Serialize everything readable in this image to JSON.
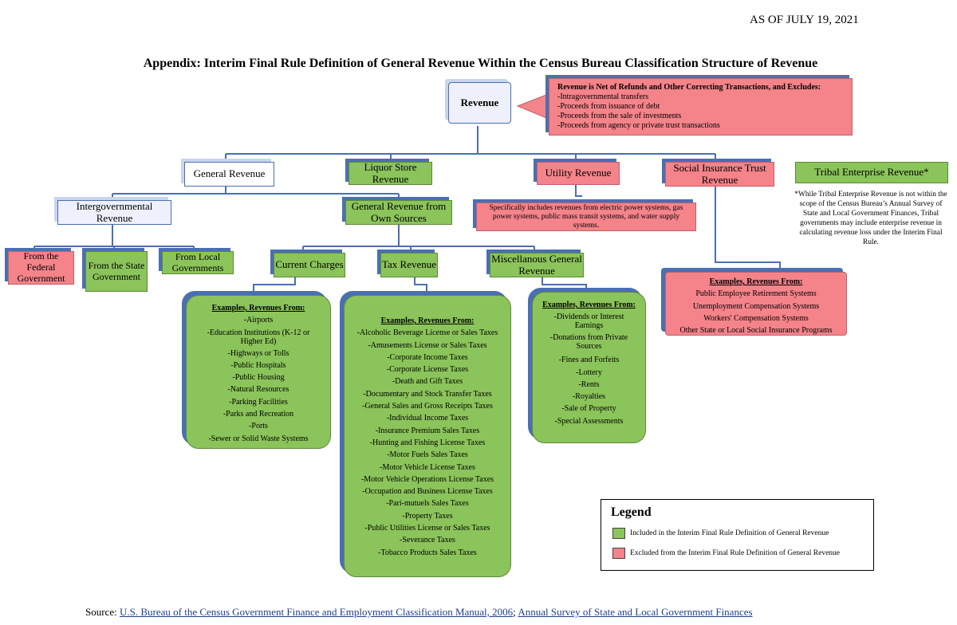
{
  "date_stamp": "AS OF JULY 19, 2021",
  "title": "Appendix: Interim Final Rule Definition of General Revenue Within the Census Bureau Classification Structure of Revenue",
  "revenue": "Revenue",
  "exclusions": {
    "heading": "Revenue is Net of Refunds and Other Correcting Transactions, and Excludes:",
    "items": [
      "-Intragovernmental transfers",
      "-Proceeds from issuance of debt",
      "-Proceeds from the sale of investments",
      "-Proceeds from agency or private trust transactions"
    ]
  },
  "level1": {
    "general_revenue": "General Revenue",
    "liquor_store": "Liquor Store Revenue",
    "utility": "Utility Revenue",
    "social_insurance": "Social Insurance Trust Revenue",
    "tribal": "Tribal Enterprise Revenue*"
  },
  "tribal_note": "*While Tribal Enterprise Revenue is not within the scope of the Census Bureau’s Annual Survey of State and Local Government Finances, Tribal governments may include enterprise revenue in calculating revenue loss under the Interim Final Rule.",
  "utility_note": "Specifically includes revenues from electric power systems, gas power systems, public mass transit systems, and water supply systems.",
  "level2": {
    "intergovernmental": "Intergovernmental Revenue",
    "own_sources": "General Revenue from Own Sources"
  },
  "level3": {
    "federal": "From the Federal Government",
    "state": "From the State Government",
    "local": "From Local Governments",
    "current_charges": "Current Charges",
    "tax": "Tax Revenue",
    "misc": "Miscellanous General Revenue"
  },
  "examples_heading": "Examples, Revenues From:",
  "charges_items": [
    "-Airports",
    "-Education Institutions (K-12 or Higher Ed)",
    "-Highways or Tolls",
    "-Public Hospitals",
    "-Public Housing",
    "-Natural Resources",
    "-Parking Facilities",
    "-Parks and Recreation",
    "-Ports",
    "-Sewer or Solid Waste Systems"
  ],
  "tax_items": [
    "-Alcoholic Beverage License or Sales Taxes",
    "-Amusements License or Sales Taxes",
    "-Corporate Income Taxes",
    "-Corporate License Taxes",
    "-Death and Gift Taxes",
    "-Documentary and Stock Transfer Taxes",
    "-General Sales and Gross Receipts Taxes",
    "-Individual Income Taxes",
    "-Insurance Premium Sales Taxes",
    "-Hunting and Fishing License Taxes",
    "-Motor Fuels Sales Taxes",
    "-Motor Vehicle License Taxes",
    "-Motor Vehicle Operations License Taxes",
    "-Occupation and Business License Taxes",
    "-Pari-mutuels Sales Taxes",
    "-Property Taxes",
    "-Public Utilities License or Sales Taxes",
    "-Severance Taxes",
    "-Tobacco Products Sales Taxes"
  ],
  "misc_items": [
    "-Dividends or Interest Earnings",
    "-Donations from Private Sources",
    "-Fines and Forfeits",
    "-Lottery",
    "-Rents",
    "-Royalties",
    "-Sale of Property",
    "-Special Assessments"
  ],
  "social_items": [
    "Public Employee Retirement Systems",
    "Unemployment Compensation Systems",
    "Workers' Compensation Systems",
    "Other State or Local Social Insurance Programs"
  ],
  "legend": {
    "title": "Legend",
    "included": "Included in the Interim Final Rule Definition of General Revenue",
    "excluded": "Excluded from the Interim Final Rule Definition of General Revenue",
    "included_color": "#8bc45a",
    "excluded_color": "#f4838a"
  },
  "source": {
    "label": "Source:",
    "link1": "U.S. Bureau of the Census Government Finance and Employment Classification Manual, 2006",
    "sep": ";",
    "link2": "Annual Survey of State and Local Government Finances"
  }
}
